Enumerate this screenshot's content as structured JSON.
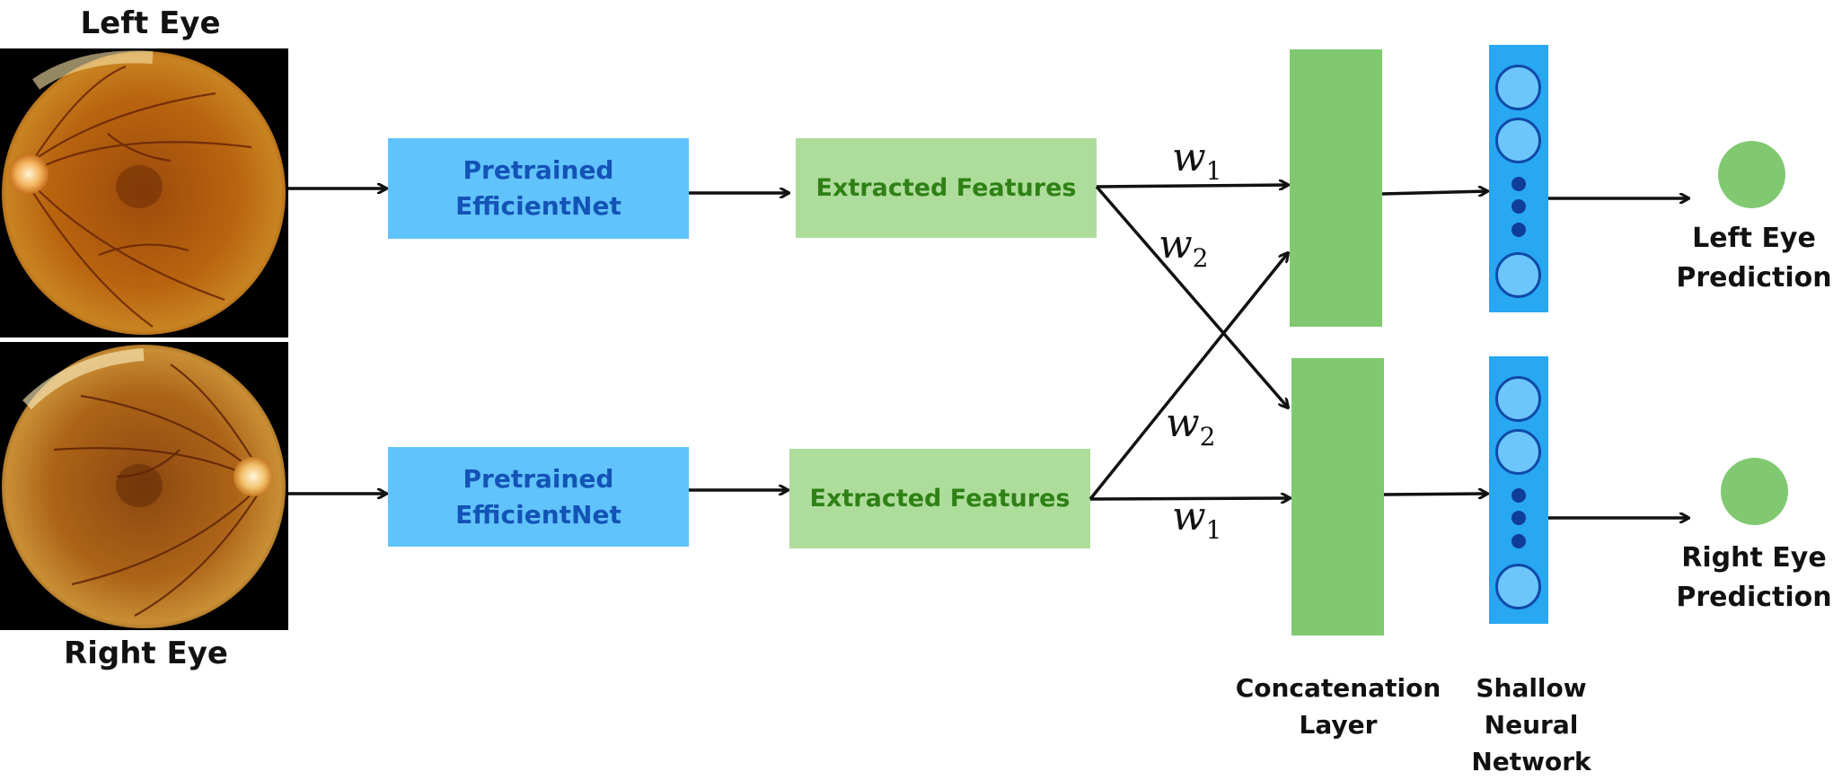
{
  "left_eye": {
    "title": "Left Eye",
    "backbone_line1": "Pretrained",
    "backbone_line2": "EfficientNet",
    "features": "Extracted Features",
    "prediction_line1": "Left Eye",
    "prediction_line2": "Prediction"
  },
  "right_eye": {
    "title": "Right Eye",
    "backbone_line1": "Pretrained",
    "backbone_line2": "EfficientNet",
    "features": "Extracted Features",
    "prediction_line1": "Right Eye",
    "prediction_line2": "Prediction"
  },
  "weights": {
    "w_symbol": "w",
    "sub1": "1",
    "sub2": "2"
  },
  "bottom_labels": {
    "concat_line1": "Concatenation",
    "concat_line2": "Layer",
    "shallow_line1": "Shallow",
    "shallow_line2": "Neural Network"
  },
  "colors": {
    "efficientnet_fill": "#61c3fc",
    "efficientnet_text": "#1353b6",
    "features_fill": "#aedd9b",
    "features_text": "#2f8116",
    "concat_fill": "#80c971",
    "nn_fill": "#28a7f2",
    "neuron_border": "#0f4aa8"
  }
}
